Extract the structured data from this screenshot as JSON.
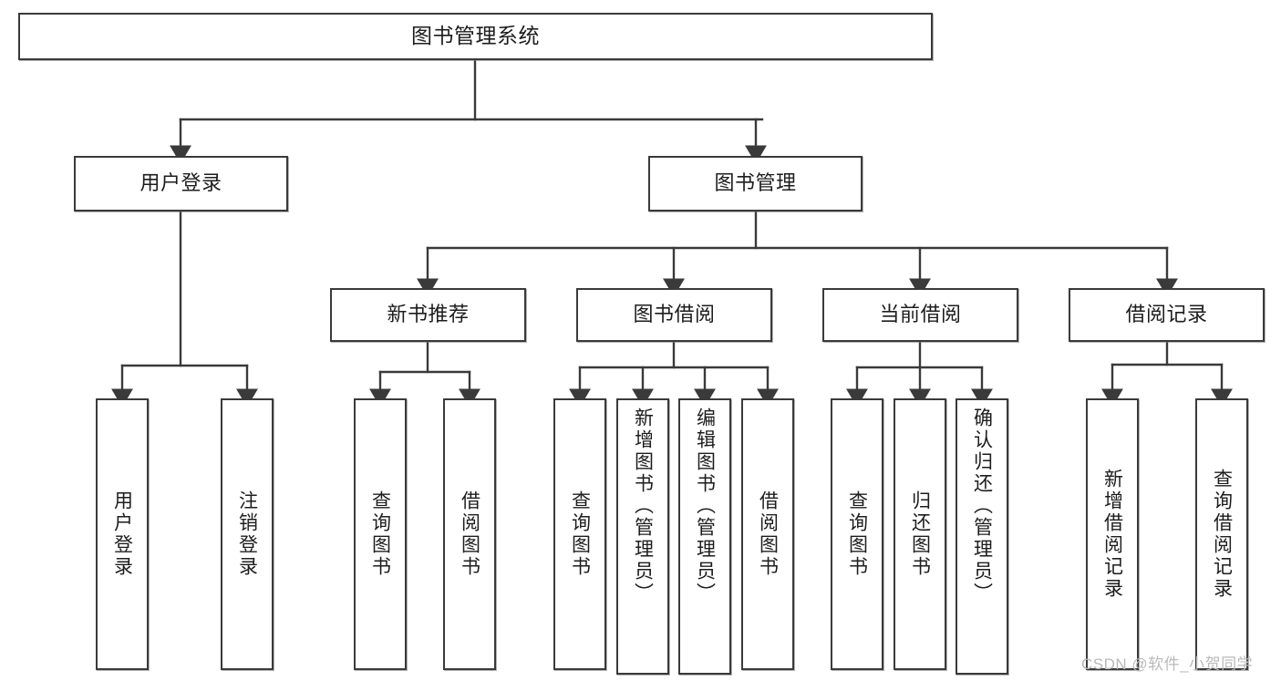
{
  "diagram": {
    "type": "tree-hierarchy",
    "title": "图书管理系统",
    "orientation": "top-down",
    "colors": {
      "box_border": "#3a3a3a",
      "box_fill": "#ffffff",
      "connector": "#3a3a3a",
      "text": "#1d1d1d",
      "watermark": "#b9b9b9"
    },
    "root": {
      "label": "图书管理系统"
    },
    "level2": [
      {
        "label": "用户登录"
      },
      {
        "label": "图书管理"
      }
    ],
    "level3": [
      {
        "label": "新书推荐"
      },
      {
        "label": "图书借阅"
      },
      {
        "label": "当前借阅"
      },
      {
        "label": "借阅记录"
      }
    ],
    "leaves": {
      "user_login": [
        {
          "label": "用户登录"
        },
        {
          "label": "注销登录"
        }
      ],
      "new_book_recommend": [
        {
          "label": "查询图书"
        },
        {
          "label": "借阅图书"
        }
      ],
      "book_borrow": [
        {
          "label": "查询图书"
        },
        {
          "label": "新增图书（管理员）"
        },
        {
          "label": "编辑图书（管理员）"
        },
        {
          "label": "借阅图书"
        }
      ],
      "current_borrow": [
        {
          "label": "查询图书"
        },
        {
          "label": "归还图书"
        },
        {
          "label": "确认归还（管理员）"
        }
      ],
      "borrow_record": [
        {
          "label": "新增借阅记录"
        },
        {
          "label": "查询借阅记录"
        }
      ]
    }
  },
  "watermark": {
    "text": "CSDN @软件_小贺同学"
  }
}
